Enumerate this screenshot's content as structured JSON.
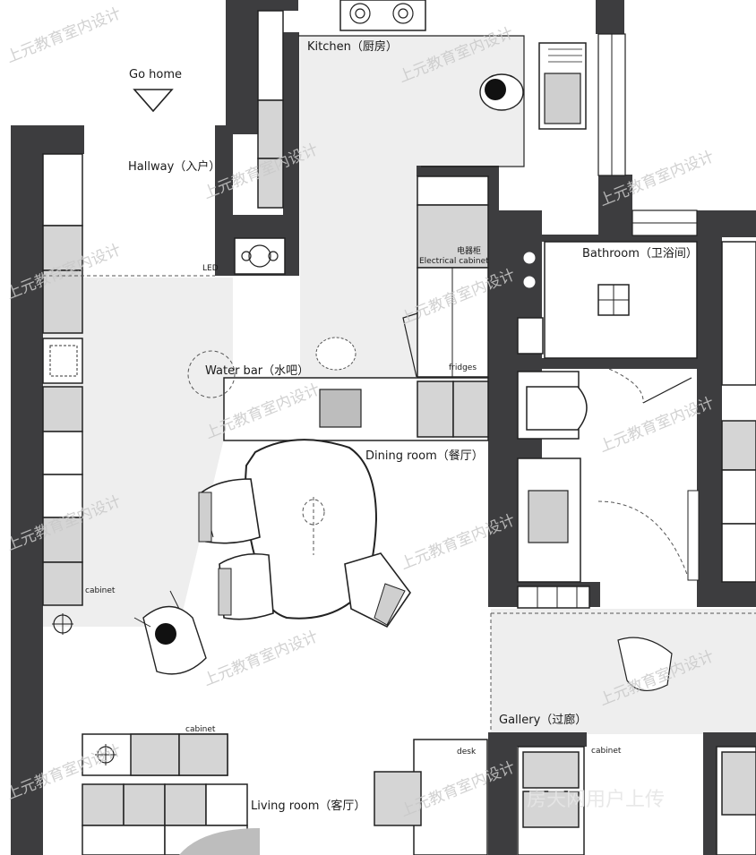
{
  "labels": {
    "go_home": "Go home",
    "kitchen": "Kitchen（厨房）",
    "hallway": "Hallway（入户）",
    "led": "LED",
    "electrical_cabinet_cn": "电器柜",
    "electrical_cabinet": "Electrical cabinet",
    "fridges": "fridges",
    "bathroom": "Bathroom（卫浴间）",
    "water_bar": "Water bar（水吧）",
    "dining_room": "Dining room（餐厅）",
    "cabinet_left": "cabinet",
    "cabinet_living": "cabinet",
    "cabinet_gallery": "cabinet",
    "gallery": "Gallery（过廊）",
    "desk": "desk",
    "living_room": "Living room（客厅）"
  },
  "watermarks": {
    "text": "上元教育室内设计",
    "site": "房天网用户上传"
  }
}
